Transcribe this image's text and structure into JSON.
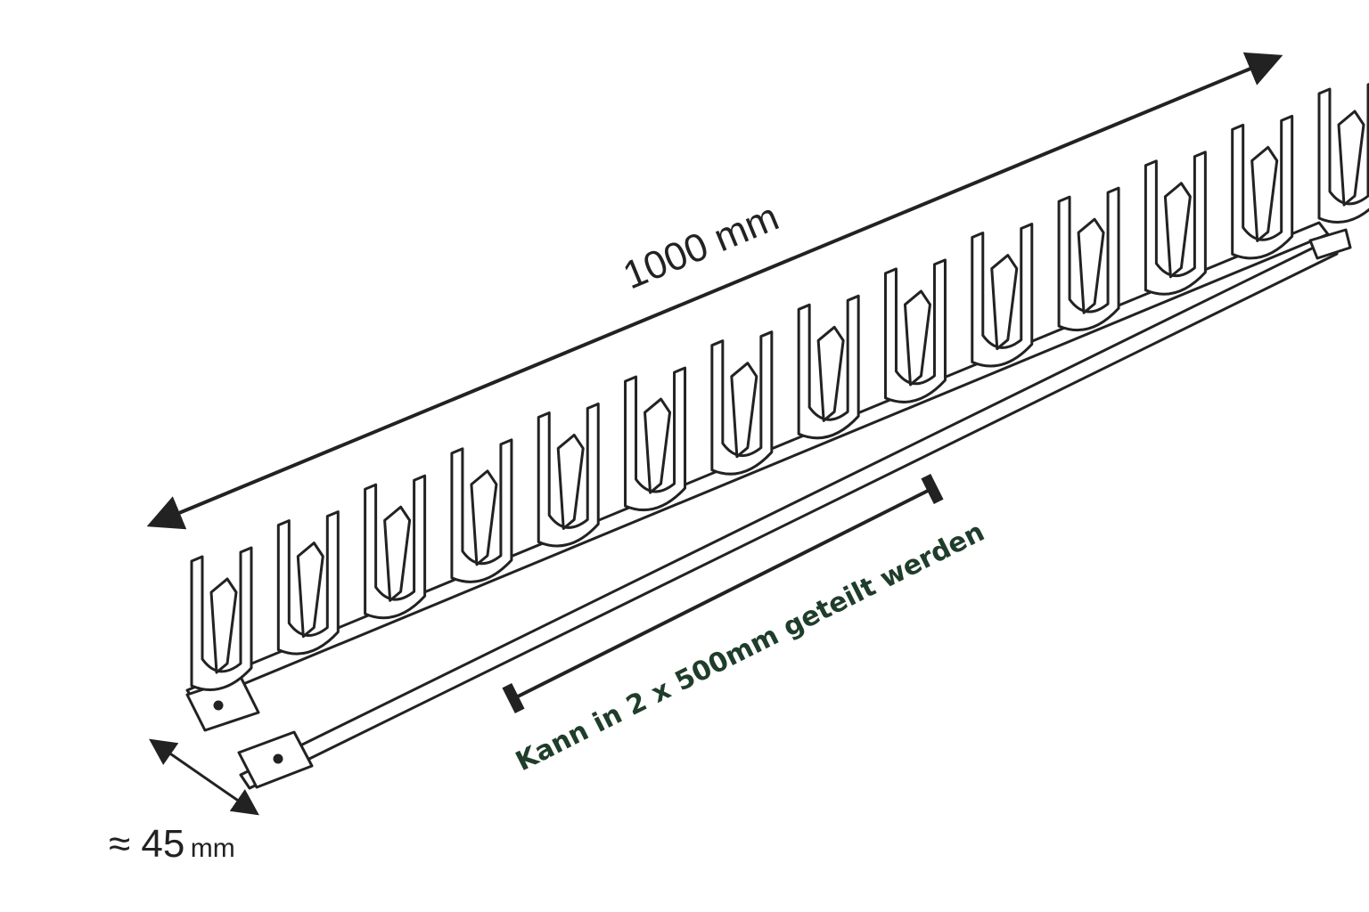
{
  "length_label": "1000 mm",
  "width_label_approx": "≈ 45",
  "width_label_unit": "mm",
  "split_note": "Kann in 2 x 500mm geteilt werden",
  "colors": {
    "line": "#222222",
    "note": "#1f3d2b",
    "background": "#ffffff"
  }
}
